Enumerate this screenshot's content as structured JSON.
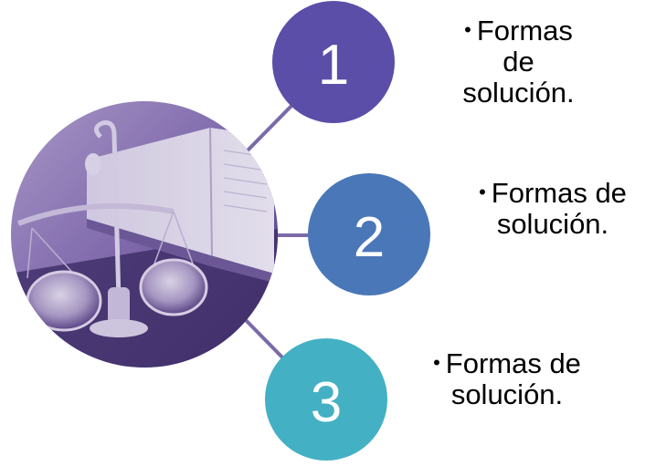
{
  "items": [
    {
      "number": "1",
      "color": "#5b4ea8",
      "lines": [
        "Formas",
        "de",
        "solución."
      ]
    },
    {
      "number": "2",
      "color": "#4a77b8",
      "lines": [
        "Formas de",
        "solución."
      ]
    },
    {
      "number": "3",
      "color": "#44b0c4",
      "lines": [
        "Formas de",
        "solución."
      ]
    }
  ],
  "connector_color": "#7b6aa8",
  "photo": {
    "description_icon": "scales-of-justice-photo",
    "tint_color": "#5d4a8e"
  }
}
